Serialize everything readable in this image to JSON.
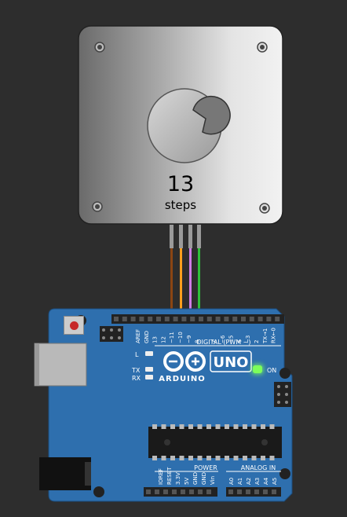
{
  "motor": {
    "position_value": "13",
    "position_unit": "steps",
    "wire_colors": [
      "#8b4513",
      "#ff9f1c",
      "#d07be6",
      "#2fbf3a"
    ]
  },
  "board": {
    "brand_label": "ARDUINO",
    "model_label": "UNO",
    "on_label": "ON",
    "digital_section_label": "DIGITAL (PWM ~)",
    "power_section_label": "POWER",
    "analog_section_label": "ANALOG IN",
    "led_labels": [
      "L",
      "TX",
      "RX"
    ],
    "digital_pins_top": [
      "AREF",
      "GND",
      "13",
      "12",
      "~11",
      "~10",
      "~9",
      "8"
    ],
    "digital_pins_right": [
      "7",
      "~6",
      "~5",
      "4",
      "~3",
      "2",
      "TX→1",
      "RX←0"
    ],
    "power_pins": [
      "IOREF",
      "RESET",
      "3.3V",
      "5V",
      "GND",
      "GND",
      "Vin"
    ],
    "analog_pins": [
      "A0",
      "A1",
      "A2",
      "A3",
      "A4",
      "A5"
    ],
    "colors": {
      "board": "#2e6fae",
      "label": "#ffffff",
      "on_led": "#7dff5a"
    }
  }
}
